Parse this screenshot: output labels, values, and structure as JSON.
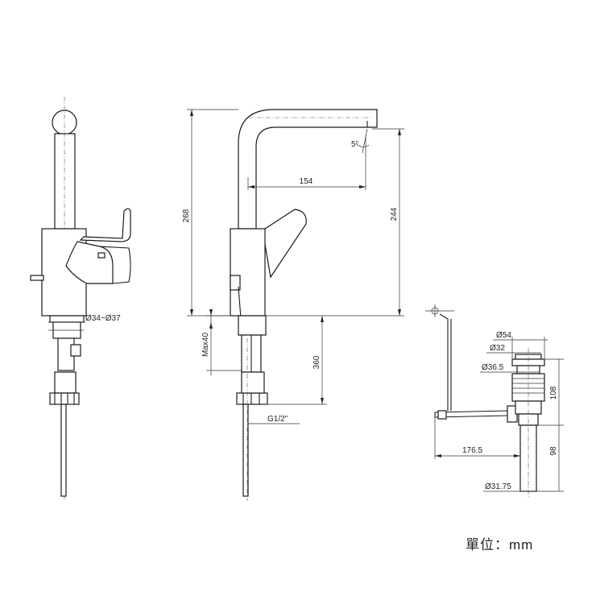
{
  "dimensions": {
    "side_diameter": "Ø34~Ø37",
    "height_total": "268",
    "spout_reach": "154",
    "spout_height": "244",
    "spout_angle": "5°",
    "max_deck": "Max40",
    "hose_length": "360",
    "thread": "G1/2\"",
    "drain_d54": "Ø54",
    "drain_d32": "Ø32",
    "drain_d365": "Ø36.5",
    "drain_108": "108",
    "drain_98": "98",
    "drain_1765": "176.5",
    "drain_d3175": "Ø31.75"
  },
  "unit_label": "單位：mm"
}
